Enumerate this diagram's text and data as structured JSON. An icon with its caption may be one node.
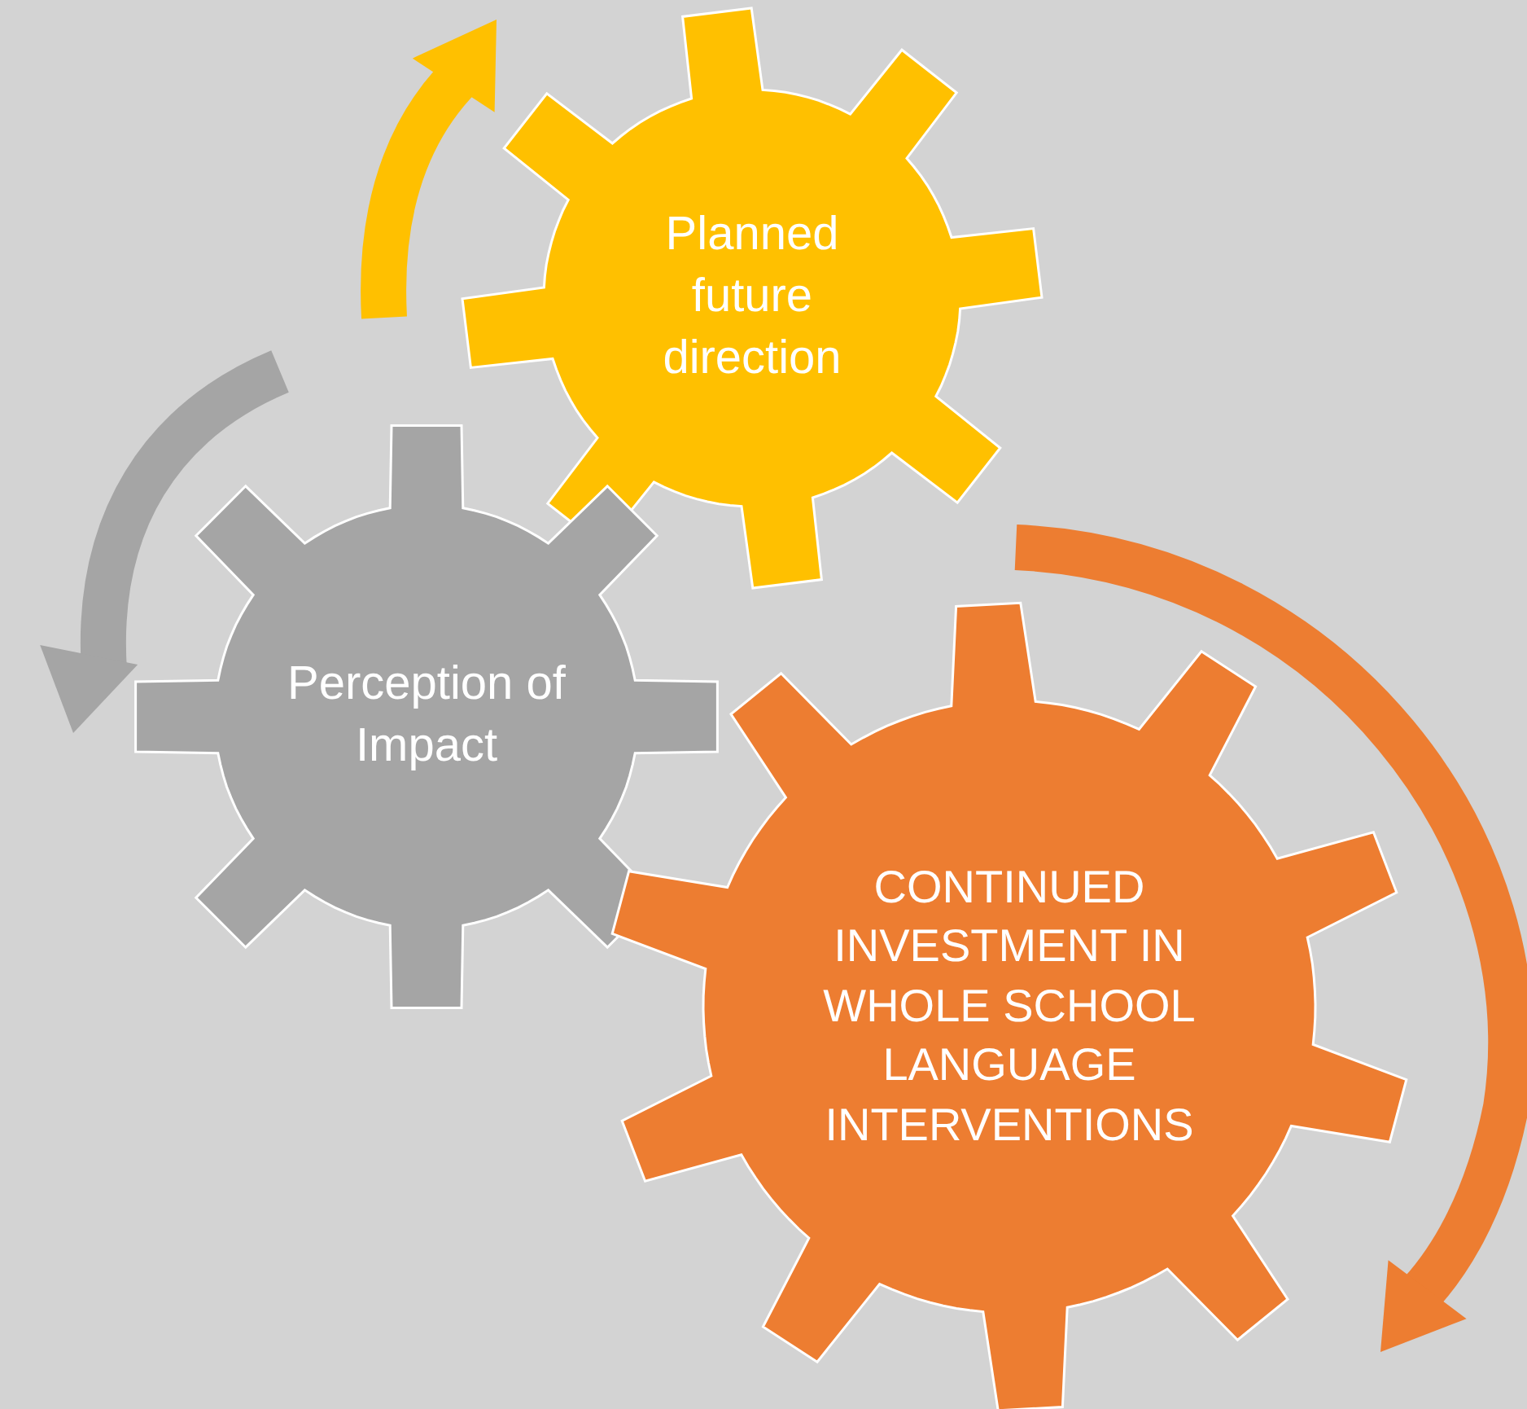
{
  "diagram": {
    "nodes": [
      {
        "text": [
          "Planned future direction"
        ]
      },
      {
        "text": [
          "Perception of Impact"
        ]
      },
      {
        "text": [
          "CONTINUED INVESTMENT IN WHOLE SCHOOL LANGUAGE INTERVENTIONS"
        ]
      }
    ]
  }
}
